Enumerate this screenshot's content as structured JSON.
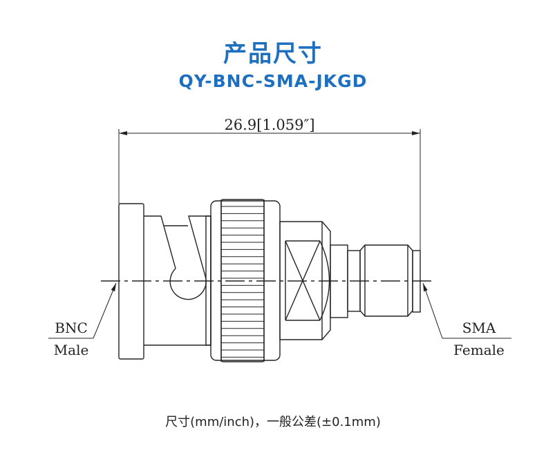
{
  "header": {
    "title": "产品尺寸",
    "model": "QY-BNC-SMA-JKGD"
  },
  "drawing": {
    "overall_dimension": "26.9[1.059″]",
    "left_label": {
      "line1": "BNC",
      "line2": "Male"
    },
    "right_label": {
      "line1": "SMA",
      "line2": "Female"
    }
  },
  "footer": {
    "note": "尺寸(mm/inch)，一般公差(±0.1mm)"
  },
  "colors": {
    "accent": "#1f6fc0",
    "line": "#222222"
  }
}
